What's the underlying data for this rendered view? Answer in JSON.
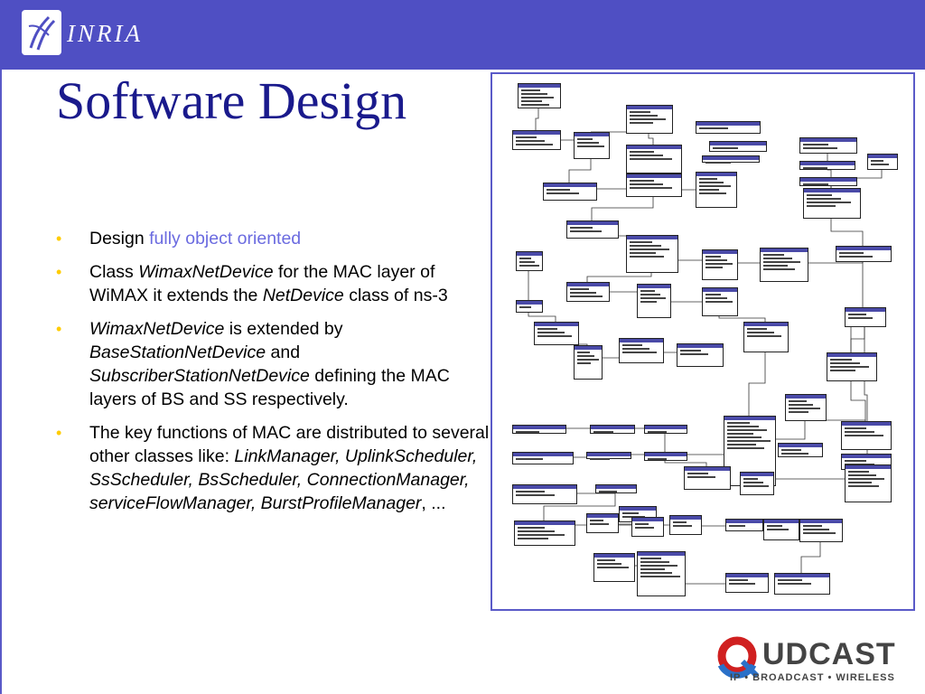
{
  "header": {
    "logo_text": "INRIA"
  },
  "slide": {
    "title": "Software Design",
    "bullets": [
      {
        "parts": [
          {
            "t": "Design ",
            "s": "n"
          },
          {
            "t": "fully object oriented",
            "s": "h"
          }
        ]
      },
      {
        "parts": [
          {
            "t": "Class ",
            "s": "n"
          },
          {
            "t": "WimaxNetDevice",
            "s": "i"
          },
          {
            "t": " for the MAC layer of WiMAX it extends the ",
            "s": "n"
          },
          {
            "t": "NetDevice",
            "s": "i"
          },
          {
            "t": " class of ns-3",
            "s": "n"
          }
        ]
      },
      {
        "parts": [
          {
            "t": "WimaxNetDevice",
            "s": "i"
          },
          {
            "t": " is extended by ",
            "s": "n"
          },
          {
            "t": "BaseStationNetDevice",
            "s": "i"
          },
          {
            "t": " and ",
            "s": "n"
          },
          {
            "t": "SubscriberStationNetDevice",
            "s": "i"
          },
          {
            "t": " defining the MAC layers of BS and SS respectively.",
            "s": "n"
          }
        ]
      },
      {
        "parts": [
          {
            "t": "The key functions of MAC are distributed to several other classes like: ",
            "s": "n"
          },
          {
            "t": "LinkManager, UplinkScheduler, SsScheduler, BsScheduler, ConnectionManager, serviceFlowManager, BurstProfileManager",
            "s": "i"
          },
          {
            "t": ", ...",
            "s": "n"
          }
        ]
      }
    ]
  },
  "footer_logo": {
    "word": "UDCAST",
    "tagline": "IP • BROADCAST • WIRELESS"
  },
  "colors": {
    "header_bg": "#4f4fc3",
    "title": "#1a1a8c",
    "bullet": "#ffcc00",
    "highlight": "#6b6be0",
    "frame": "#5a5ac8"
  }
}
